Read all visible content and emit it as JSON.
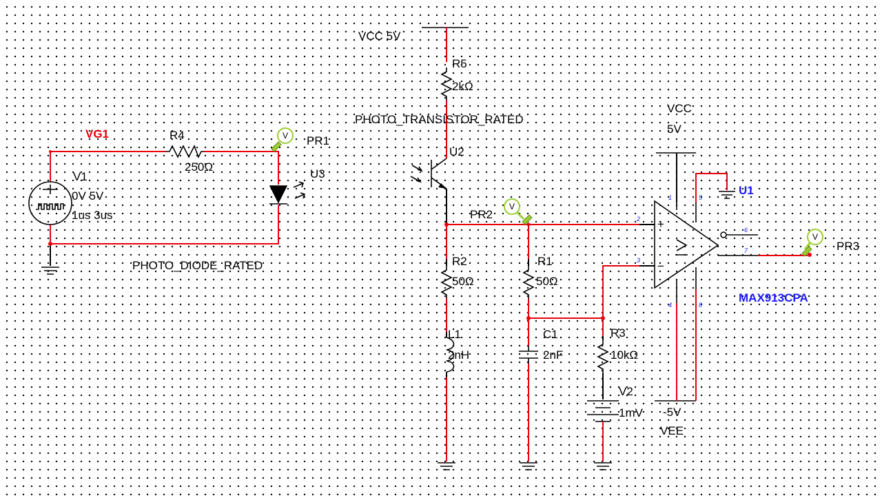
{
  "labels": {
    "vcc_top": "VCC 5V",
    "r5_name": "R5",
    "r5_value": "2kΩ",
    "phototransistor": "PHOTO_TRANSISTOR_RATED",
    "u2": "U2",
    "vg1": "VG1",
    "r4_name": "R4",
    "r4_value": "250Ω",
    "pr1": "PR1",
    "u3": "U3",
    "v1_name": "V1",
    "v1_amp": "0V 5V",
    "v1_time": "1us 3us",
    "photodiode": "PHOTO_DIODE_RATED",
    "pr2": "PR2",
    "r2_name": "R2",
    "r2_value": "50Ω",
    "r1_name": "R1",
    "r1_value": "50Ω",
    "l1_name": "L1",
    "l1_value": "2nH",
    "c1_name": "C1",
    "c1_value": "2nF",
    "r3_name": "R3",
    "r3_value": "10kΩ",
    "v2_name": "V2",
    "v2_value": "1mV",
    "vcc_right": "VCC",
    "vcc_right_value": "5V",
    "u1": "U1",
    "comparator": "MAX913CPA",
    "pr3": "PR3",
    "vee_value": "-5V",
    "vee": "VEE",
    "probe_glyph": "V"
  },
  "pins": {
    "p1": "1",
    "p2": "2",
    "p3": "3",
    "p4": "4",
    "p5": "5",
    "p6": "6",
    "p7": "7",
    "p8": "8"
  },
  "colors": {
    "wire_red": "#e8000b",
    "wire_black": "#000000",
    "probe_green": "#9acd32",
    "part_label_blue": "#1a1aff"
  }
}
